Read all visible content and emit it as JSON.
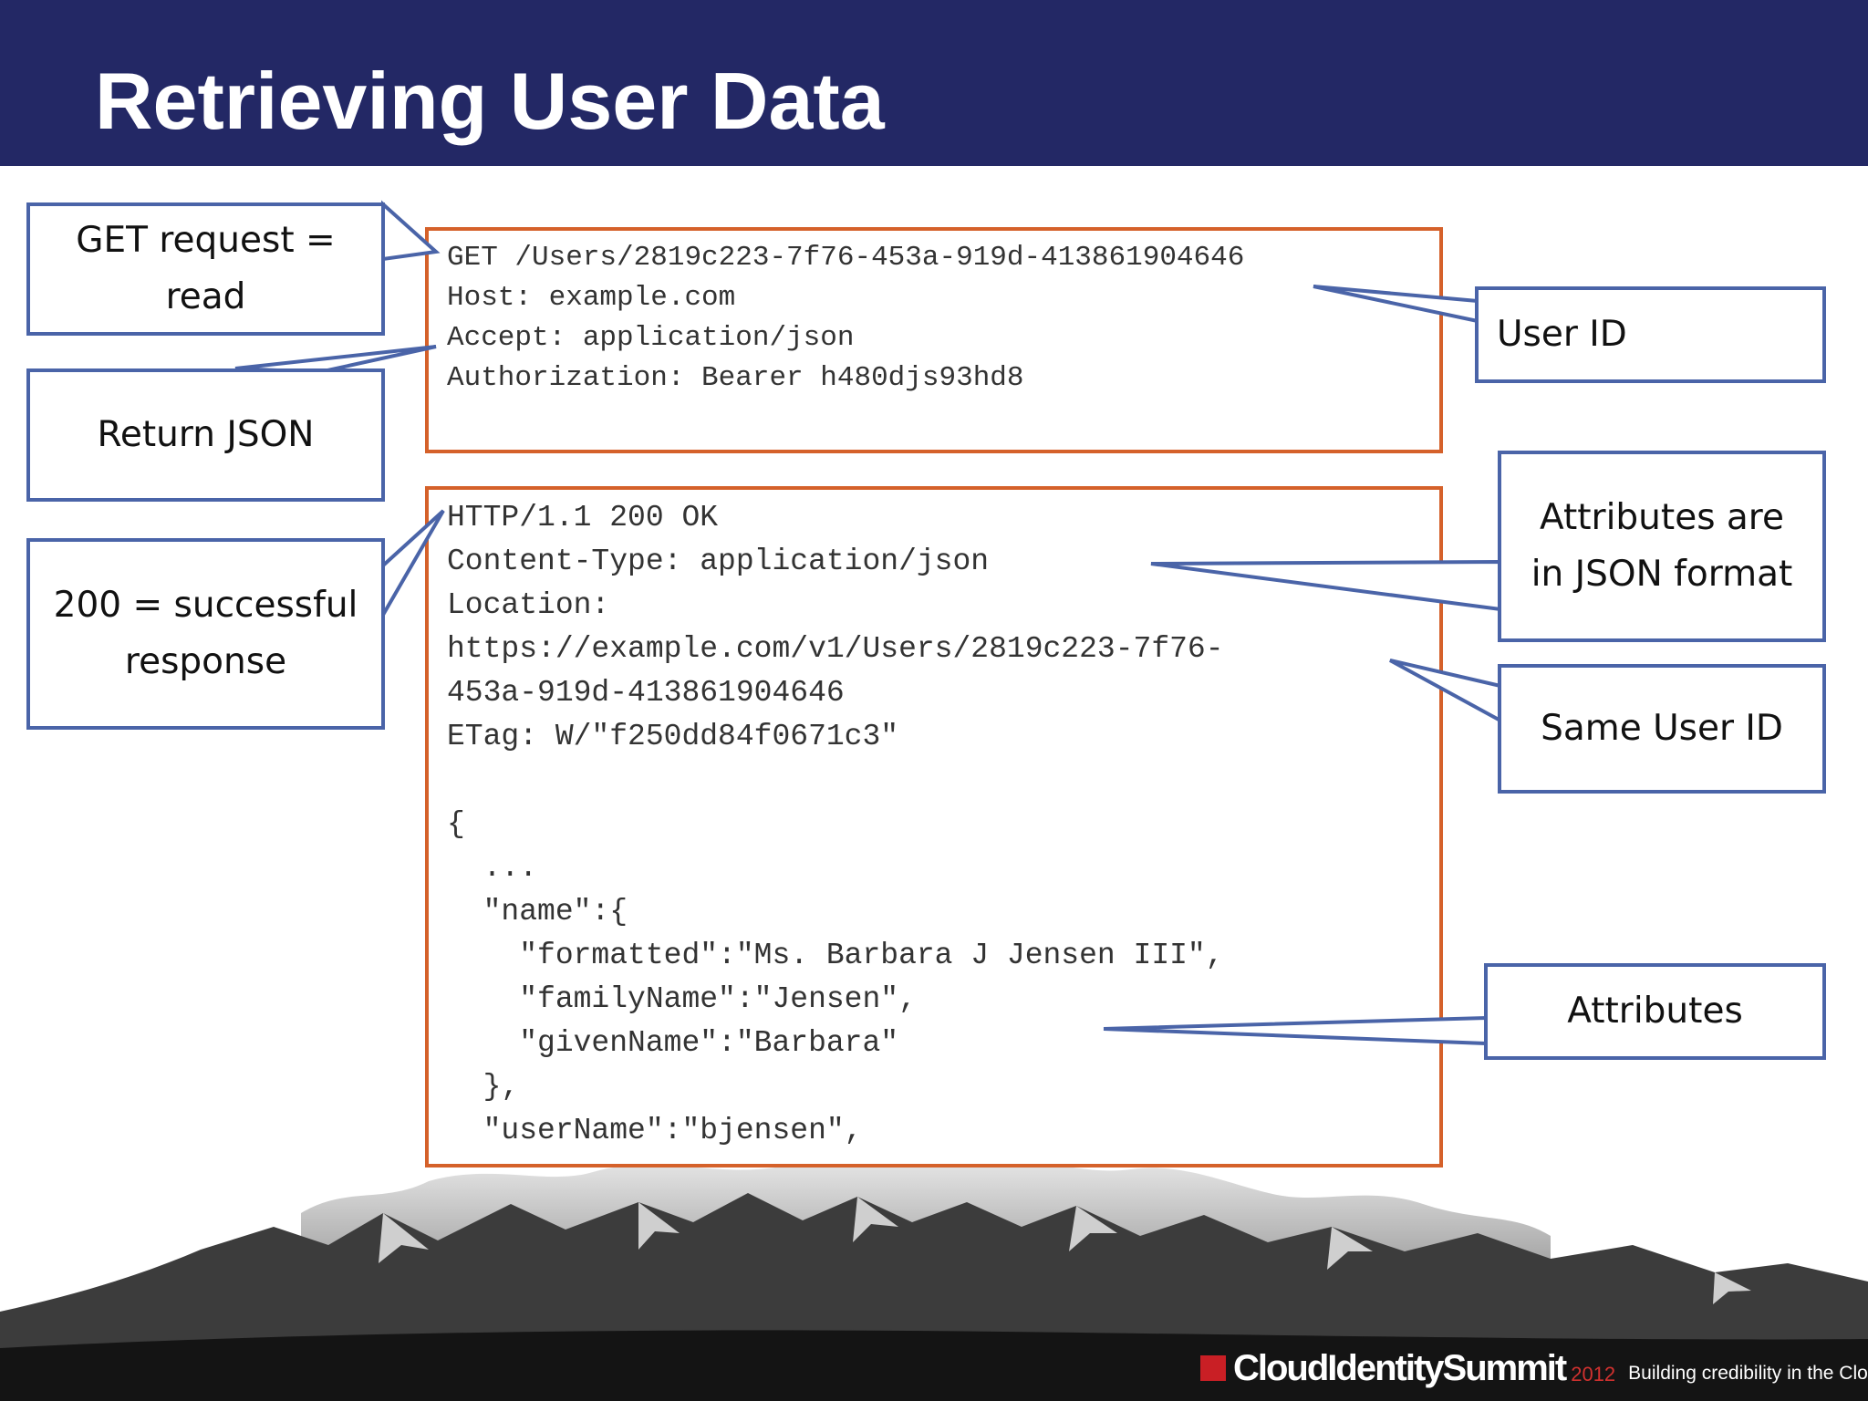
{
  "slide": {
    "title": "Retrieving User Data"
  },
  "request": {
    "lines": [
      "GET /Users/2819c223-7f76-453a-919d-413861904646",
      "Host: example.com",
      "Accept: application/json",
      "Authorization: Bearer h480djs93hd8"
    ]
  },
  "response": {
    "lines": [
      "HTTP/1.1 200 OK",
      "Content-Type: application/json",
      "Location:",
      "https://example.com/v1/Users/2819c223-7f76-",
      "453a-919d-413861904646",
      "ETag: W/\"f250dd84f0671c3\"",
      "",
      "{",
      "  ...",
      "  \"name\":{",
      "    \"formatted\":\"Ms. Barbara J Jensen III\",",
      "    \"familyName\":\"Jensen\",",
      "    \"givenName\":\"Barbara\"",
      "  },",
      "  \"userName\":\"bjensen\","
    ]
  },
  "callouts": {
    "get_request": "GET request =\nread",
    "return_json": "Return JSON",
    "success": "200 = successful\nresponse",
    "user_id": "User ID",
    "attrs_json": "Attributes are\nin JSON format",
    "same_user_id": "Same User ID",
    "attributes": "Attributes"
  },
  "footer": {
    "logo_text": "CloudIdentitySummit",
    "year": "2012",
    "tagline": "Building credibility in the Cloud™"
  },
  "colors": {
    "header_bg": "#232865",
    "box_border": "#d5612a",
    "callout_border": "#4a64a8"
  }
}
